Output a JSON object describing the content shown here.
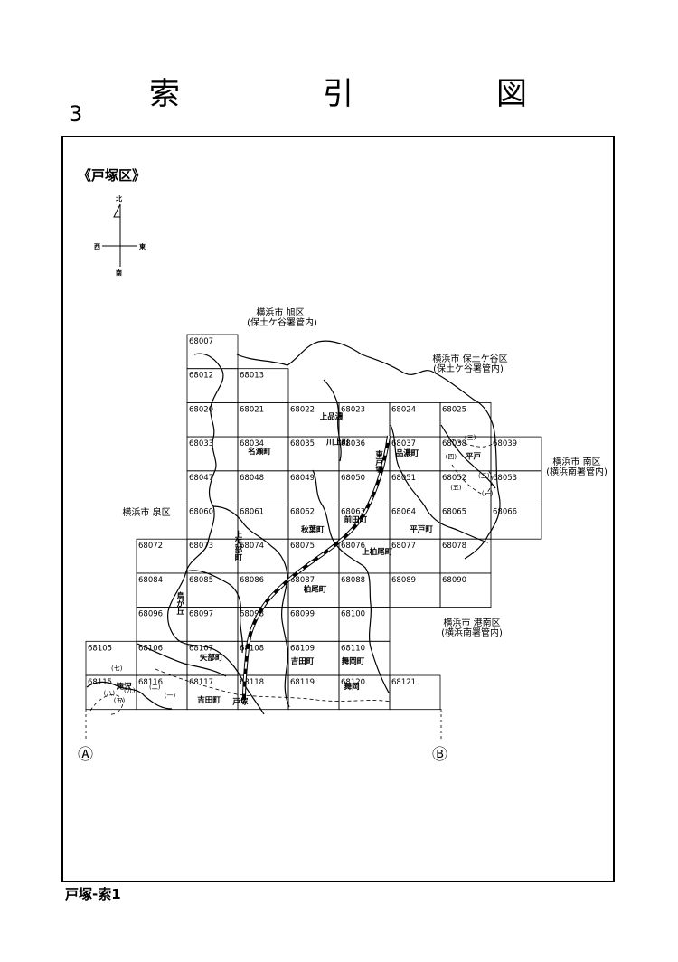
{
  "title": "索　引　図",
  "page_number": "3",
  "ward_label": "《戸塚区》",
  "compass": {
    "north": "北",
    "south": "南",
    "east": "東",
    "west": "西"
  },
  "footer": "戸塚-索1",
  "regions": {
    "asahi": [
      "横浜市 旭区",
      "(保土ケ谷署管内)"
    ],
    "hodogaya": [
      "横浜市 保土ケ谷区",
      "(保土ケ谷署管内)"
    ],
    "minami": [
      "横浜市 南区",
      "(横浜南署管内)"
    ],
    "konan": [
      "横浜市 港南区",
      "(横浜南署管内)"
    ],
    "izumi": [
      "横浜市 泉区"
    ]
  },
  "markers": {
    "a": "Ⓐ",
    "b": "Ⓑ"
  },
  "cells": [
    {
      "id": "68007",
      "c": 2,
      "r": 0
    },
    {
      "id": "68012",
      "c": 2,
      "r": 1
    },
    {
      "id": "68013",
      "c": 3,
      "r": 1
    },
    {
      "id": "68020",
      "c": 2,
      "r": 2
    },
    {
      "id": "68021",
      "c": 3,
      "r": 2
    },
    {
      "id": "68022",
      "c": 4,
      "r": 2
    },
    {
      "id": "68023",
      "c": 5,
      "r": 2
    },
    {
      "id": "68024",
      "c": 6,
      "r": 2
    },
    {
      "id": "68025",
      "c": 7,
      "r": 2
    },
    {
      "id": "68033",
      "c": 2,
      "r": 3
    },
    {
      "id": "68034",
      "c": 3,
      "r": 3
    },
    {
      "id": "68035",
      "c": 4,
      "r": 3
    },
    {
      "id": "68036",
      "c": 5,
      "r": 3
    },
    {
      "id": "68037",
      "c": 6,
      "r": 3
    },
    {
      "id": "68038",
      "c": 7,
      "r": 3
    },
    {
      "id": "68039",
      "c": 8,
      "r": 3
    },
    {
      "id": "68047",
      "c": 2,
      "r": 4
    },
    {
      "id": "68048",
      "c": 3,
      "r": 4
    },
    {
      "id": "68049",
      "c": 4,
      "r": 4
    },
    {
      "id": "68050",
      "c": 5,
      "r": 4
    },
    {
      "id": "68051",
      "c": 6,
      "r": 4
    },
    {
      "id": "68052",
      "c": 7,
      "r": 4
    },
    {
      "id": "68053",
      "c": 8,
      "r": 4
    },
    {
      "id": "68060",
      "c": 2,
      "r": 5
    },
    {
      "id": "68061",
      "c": 3,
      "r": 5
    },
    {
      "id": "68062",
      "c": 4,
      "r": 5
    },
    {
      "id": "68063",
      "c": 5,
      "r": 5
    },
    {
      "id": "68064",
      "c": 6,
      "r": 5
    },
    {
      "id": "68065",
      "c": 7,
      "r": 5
    },
    {
      "id": "68066",
      "c": 8,
      "r": 5
    },
    {
      "id": "68072",
      "c": 1,
      "r": 6
    },
    {
      "id": "68073",
      "c": 2,
      "r": 6
    },
    {
      "id": "68074",
      "c": 3,
      "r": 6
    },
    {
      "id": "68075",
      "c": 4,
      "r": 6
    },
    {
      "id": "68076",
      "c": 5,
      "r": 6
    },
    {
      "id": "68077",
      "c": 6,
      "r": 6
    },
    {
      "id": "68078",
      "c": 7,
      "r": 6
    },
    {
      "id": "68084",
      "c": 1,
      "r": 7
    },
    {
      "id": "68085",
      "c": 2,
      "r": 7
    },
    {
      "id": "68086",
      "c": 3,
      "r": 7
    },
    {
      "id": "68087",
      "c": 4,
      "r": 7
    },
    {
      "id": "68088",
      "c": 5,
      "r": 7
    },
    {
      "id": "68089",
      "c": 6,
      "r": 7
    },
    {
      "id": "68090",
      "c": 7,
      "r": 7
    },
    {
      "id": "68096",
      "c": 1,
      "r": 8
    },
    {
      "id": "68097",
      "c": 2,
      "r": 8
    },
    {
      "id": "68098",
      "c": 3,
      "r": 8
    },
    {
      "id": "68099",
      "c": 4,
      "r": 8
    },
    {
      "id": "68100",
      "c": 5,
      "r": 8
    },
    {
      "id": "68105",
      "c": 0,
      "r": 9
    },
    {
      "id": "68106",
      "c": 1,
      "r": 9
    },
    {
      "id": "68107",
      "c": 2,
      "r": 9
    },
    {
      "id": "68108",
      "c": 3,
      "r": 9
    },
    {
      "id": "68109",
      "c": 4,
      "r": 9
    },
    {
      "id": "68110",
      "c": 5,
      "r": 9
    },
    {
      "id": "68115",
      "c": 0,
      "r": 10
    },
    {
      "id": "68116",
      "c": 1,
      "r": 10
    },
    {
      "id": "68117",
      "c": 2,
      "r": 10
    },
    {
      "id": "68118",
      "c": 3,
      "r": 10
    },
    {
      "id": "68119",
      "c": 4,
      "r": 10
    },
    {
      "id": "68120",
      "c": 5,
      "r": 10
    },
    {
      "id": "68121",
      "c": 6,
      "r": 10
    }
  ],
  "places": [
    {
      "name": "上品濃",
      "c": 4.62,
      "r": 2.48
    },
    {
      "name": "名瀬町",
      "c": 3.2,
      "r": 3.5
    },
    {
      "name": "川上町",
      "c": 4.75,
      "r": 3.22
    },
    {
      "name": "品濃町",
      "c": 6.12,
      "r": 3.55
    },
    {
      "name": "平戸",
      "c": 7.5,
      "r": 3.65
    },
    {
      "name": "前田町",
      "c": 5.1,
      "r": 5.5
    },
    {
      "name": "秋葉町",
      "c": 4.25,
      "r": 5.8
    },
    {
      "name": "平戸町",
      "c": 6.4,
      "r": 5.78
    },
    {
      "name": "上柏尾町",
      "c": 5.45,
      "r": 6.45
    },
    {
      "name": "柏尾町",
      "c": 4.3,
      "r": 7.55
    },
    {
      "name": "矢部町",
      "c": 2.25,
      "r": 9.55
    },
    {
      "name": "吉田町",
      "c": 4.05,
      "r": 9.65
    },
    {
      "name": "舞岡町",
      "c": 5.05,
      "r": 9.65
    },
    {
      "name": "吉田町",
      "c": 2.2,
      "r": 10.8
    },
    {
      "name": "舞岡",
      "c": 5.1,
      "r": 10.4
    },
    {
      "name": "戸塚",
      "c": 2.9,
      "r": 10.85
    },
    {
      "name": "滝沢",
      "c": 0.6,
      "r": 10.4
    }
  ],
  "vertical_places": [
    {
      "name": "上矢部町",
      "c": 3.0,
      "r": 5.75
    },
    {
      "name": "鳥が丘",
      "c": 1.85,
      "r": 7.55
    },
    {
      "name": "東戸塚",
      "c": 5.78,
      "r": 3.4
    }
  ],
  "sub_areas": [
    {
      "name": "(三)",
      "c": 7.48,
      "r": 3.08
    },
    {
      "name": "(四)",
      "c": 7.1,
      "r": 3.65
    },
    {
      "name": "(二)",
      "c": 7.75,
      "r": 4.2
    },
    {
      "name": "(五)",
      "c": 7.2,
      "r": 4.55
    },
    {
      "name": "(一)",
      "c": 7.82,
      "r": 4.72
    },
    {
      "name": "(七)",
      "c": 0.5,
      "r": 9.85
    },
    {
      "name": "(八)",
      "c": 0.35,
      "r": 10.58
    },
    {
      "name": "(九)",
      "c": 0.75,
      "r": 10.5
    },
    {
      "name": "(五)",
      "c": 0.55,
      "r": 10.8
    },
    {
      "name": "(二)",
      "c": 1.25,
      "r": 10.4
    },
    {
      "name": "(一)",
      "c": 1.55,
      "r": 10.65
    }
  ]
}
